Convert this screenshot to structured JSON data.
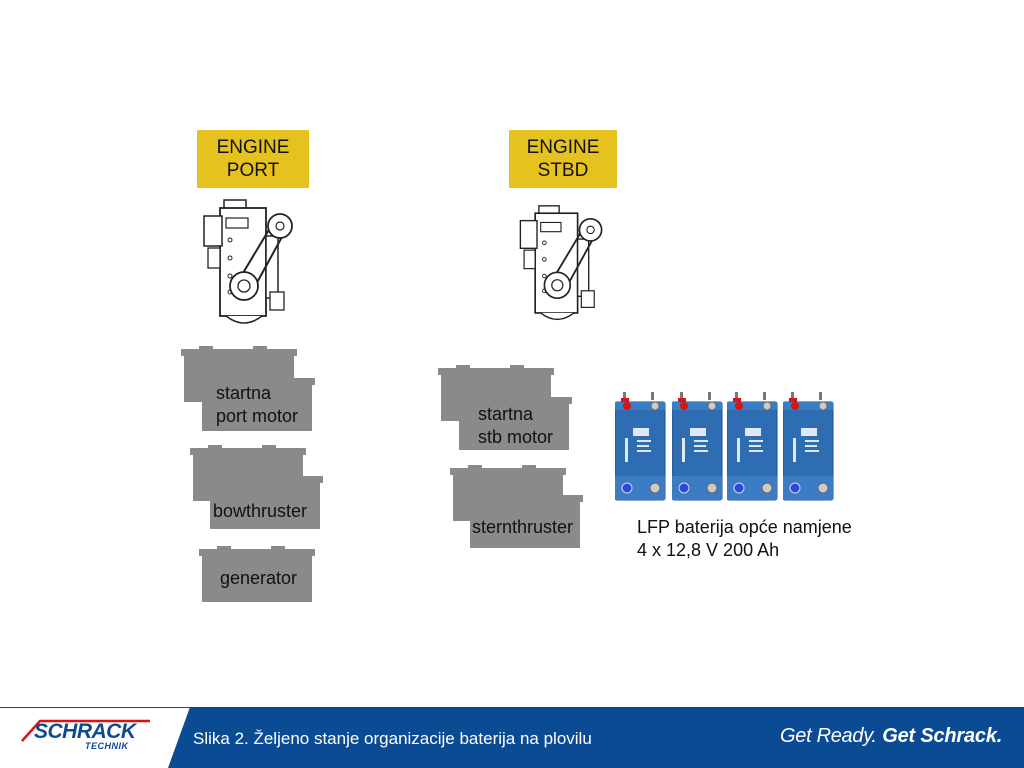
{
  "engines": [
    {
      "id": "port",
      "line1": "ENGINE",
      "line2": "PORT"
    },
    {
      "id": "stbd",
      "line1": "ENGINE",
      "line2": "STBD"
    }
  ],
  "banks": {
    "port_start": {
      "line1": "startna",
      "line2": "port motor"
    },
    "bowthruster": "bowthruster",
    "generator": "generator",
    "stb_start": {
      "line1": "startna",
      "line2": "stb motor"
    },
    "sternthruster": "sternthruster"
  },
  "lfp": {
    "line1": "LFP baterija opće namjene",
    "line2": "4 x 12,8 V 200 Ah",
    "battery_count": 4
  },
  "footer": {
    "caption": "Slika 2. Željeno  stanje organizacije baterija na plovilu",
    "logo": "SCHRACK",
    "logo_sub": "TECHNIK",
    "tagline_light": "Get Ready.",
    "tagline_bold": "Get Schrack."
  },
  "colors": {
    "engine_label": "#e6c21e",
    "battery_gray": "#8a8a8a",
    "lfp_blue": "#2f6db3",
    "footer_blue": "#0b4b93"
  }
}
